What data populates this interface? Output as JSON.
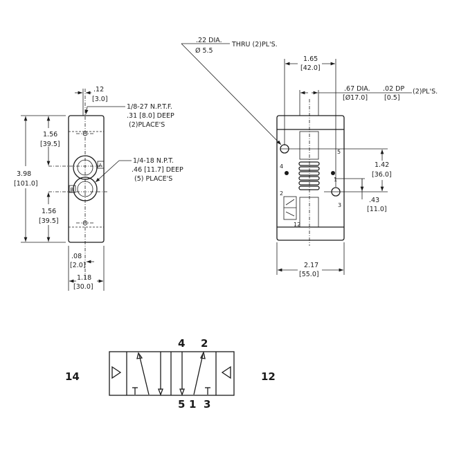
{
  "side_view": {
    "dim_overall_height": {
      "in": "3.98",
      "mm": "[101.0]"
    },
    "dim_top_port": {
      "in": "1.56",
      "mm": "[39.5]"
    },
    "dim_bottom_port": {
      "in": "1.56",
      "mm": "[39.5]"
    },
    "dim_offset_top": {
      "in": ".12",
      "mm": "[3.0]"
    },
    "dim_offset_bottom": {
      "in": ".08",
      "mm": "[2.0]"
    },
    "dim_width": {
      "in": "1.18",
      "mm": "[30.0]"
    },
    "note_small_ports": [
      "1/8-27 N.P.T.F.",
      ".31 [8.0] DEEP",
      "(2)PLACE'S"
    ],
    "note_main_ports": [
      "1/4-18 N.P.T.",
      ".46 [11.7] DEEP",
      "(5) PLACE'S"
    ],
    "port_a": "A",
    "port_b": "B"
  },
  "front_view": {
    "note_mount_holes": {
      "in": ".22 DIA.",
      "mm": "Ø 5.5",
      "suffix": "THRU (2)PL'S."
    },
    "dim_hole_spacing": {
      "in": "1.65",
      "mm": "[42.0]"
    },
    "note_counterbore": {
      "in": ".67 DIA.",
      "mm": "[Ø17.0]",
      "depth_in": ".02 DP",
      "depth_mm": "[0.5]",
      "suffix": "(2)PL'S."
    },
    "dim_vertical_holes": {
      "in": "1.42",
      "mm": "[36.0]"
    },
    "dim_port_offset": {
      "in": ".43",
      "mm": "[11.0]"
    },
    "dim_width": {
      "in": "2.17",
      "mm": "[55.0]"
    },
    "port_labels": [
      "4",
      "2",
      "5",
      "1",
      "3",
      "12"
    ]
  },
  "symbol": {
    "pilot_left": "14",
    "pilot_right": "12",
    "top_ports": [
      "4",
      "2"
    ],
    "bottom_ports": [
      "5",
      "1",
      "3"
    ]
  }
}
